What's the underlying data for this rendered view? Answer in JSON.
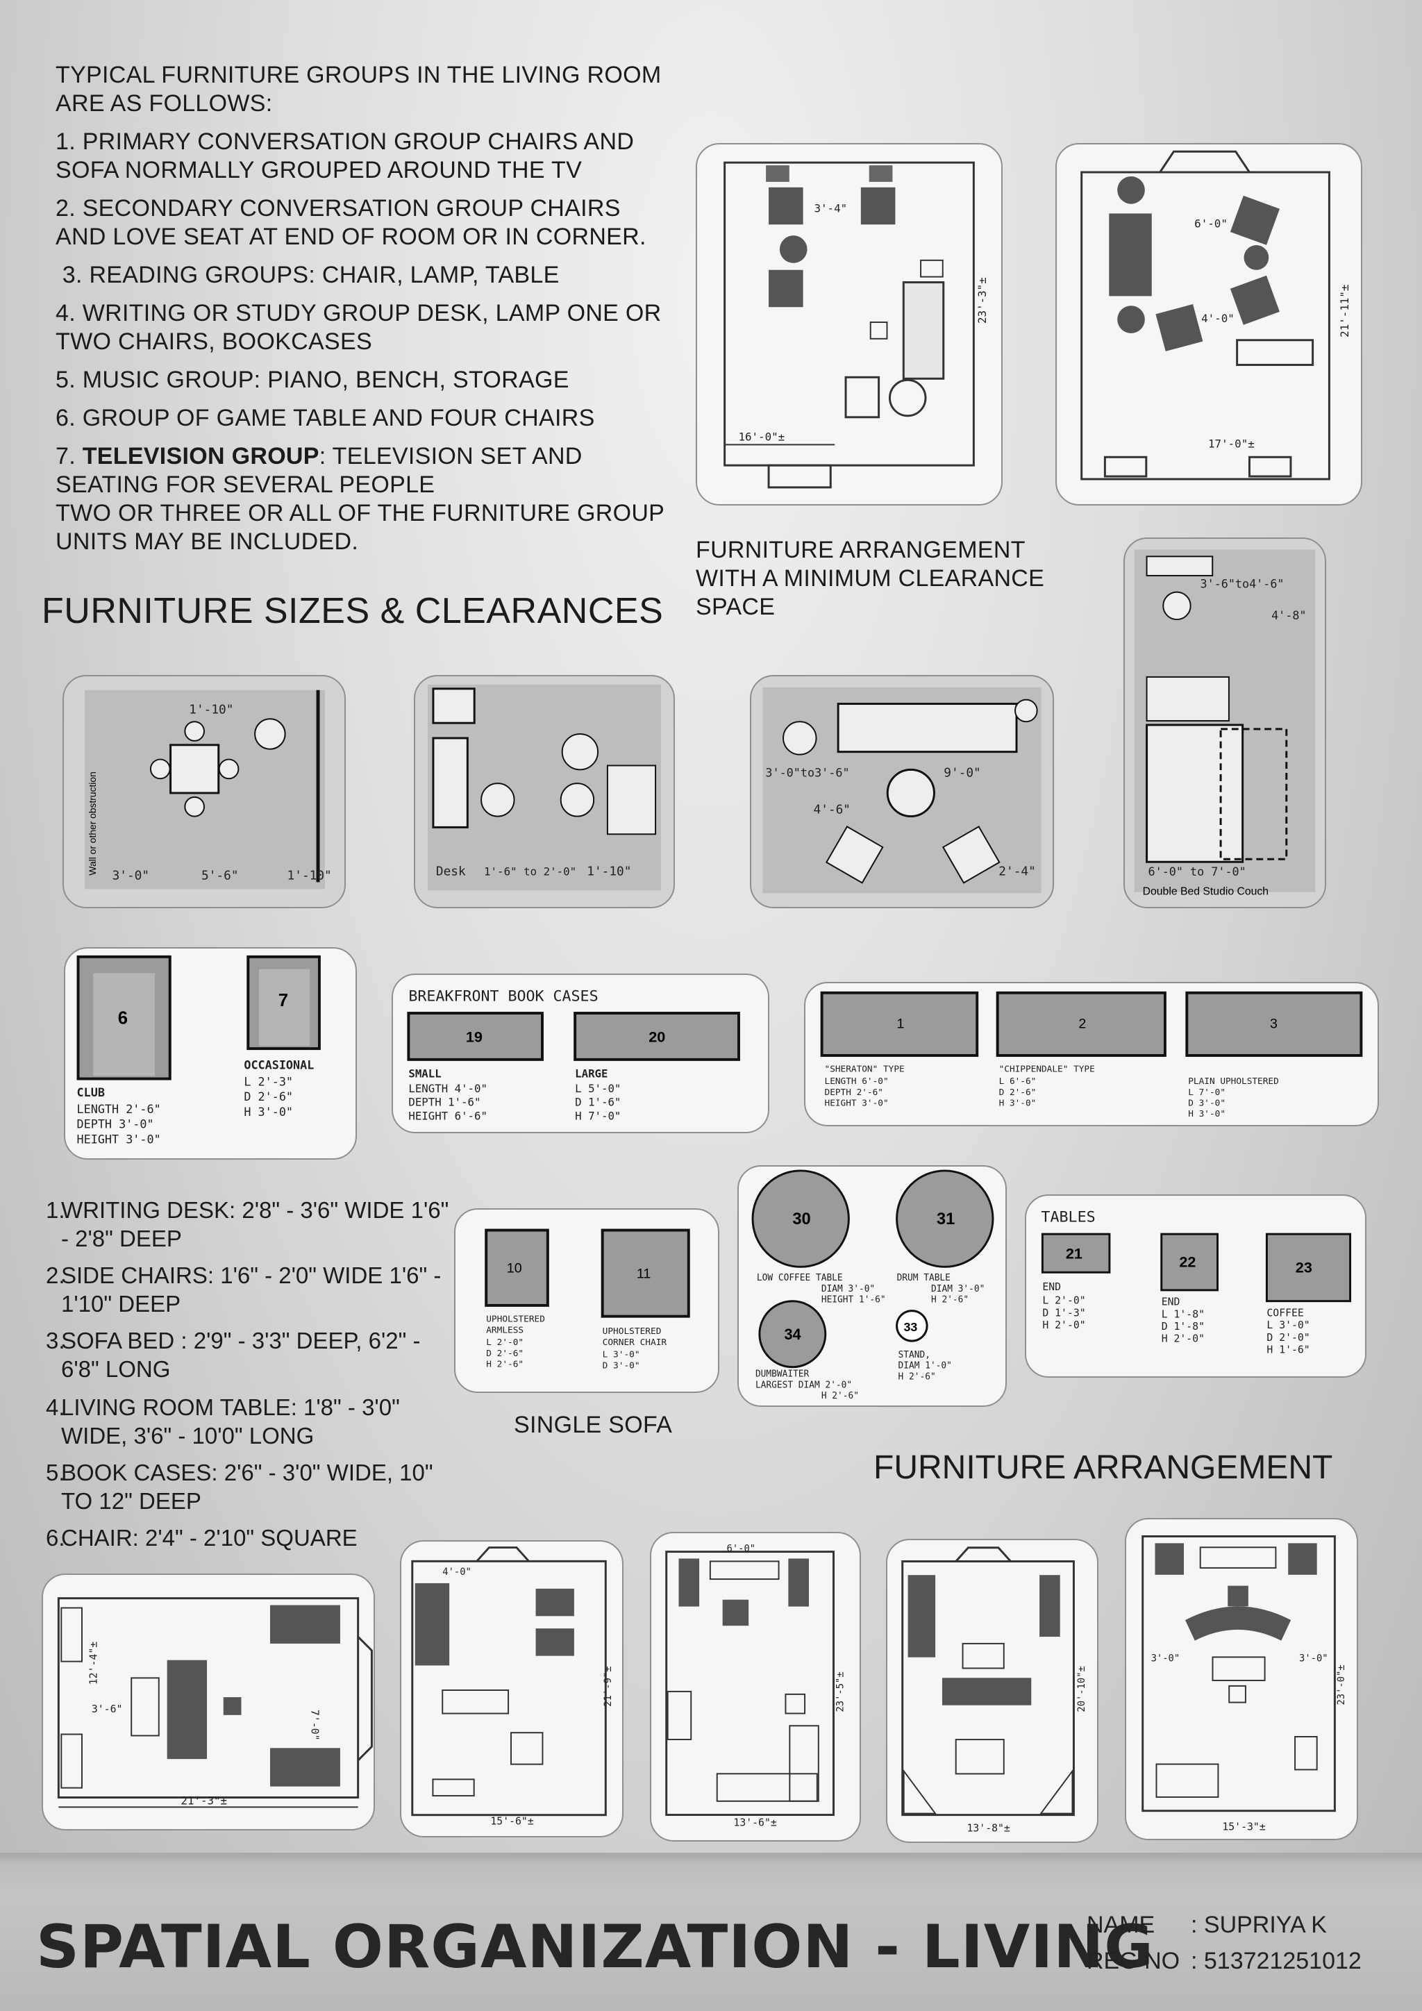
{
  "intro": {
    "heading": "TYPICAL FURNITURE GROUPS IN THE LIVING ROOM ARE AS FOLLOWS:",
    "items": [
      "1. PRIMARY CONVERSATION GROUP CHAIRS AND SOFA NORMALLY GROUPED AROUND THE TV",
      "2. SECONDARY CONVERSATION GROUP CHAIRS AND LOVE SEAT AT END OF ROOM OR IN CORNER.",
      " 3. READING GROUPS: CHAIR, LAMP, TABLE",
      "4. WRITING OR STUDY GROUP DESK, LAMP ONE OR TWO CHAIRS, BOOKCASES",
      "5. MUSIC GROUP: PIANO, BENCH, STORAGE",
      "6. GROUP OF GAME TABLE AND FOUR CHAIRS"
    ],
    "tv_prefix": "7. ",
    "tv_bold": "TELEVISION GROUP",
    "tv_rest": ": TELEVISION SET AND SEATING FOR SEVERAL PEOPLE",
    "note": "TWO OR THREE OR ALL OF THE FURNITURE GROUP UNITS MAY BE INCLUDED."
  },
  "headings": {
    "sizes_clearances": "FURNITURE SIZES & CLEARANCES",
    "min_clearance": "FURNITURE ARRANGEMENT WITH A MINIMUM CLEARANCE SPACE",
    "arrangement": "FURNITURE ARRANGEMENT",
    "single_sofa": "SINGLE SOFA"
  },
  "sizes_list": [
    {
      "num": "1.",
      "text": "WRITING DESK: 2'8\" - 3'6\" WIDE 1'6\" - 2'8\" DEEP"
    },
    {
      "num": "2.",
      "text": "SIDE CHAIRS: 1'6\" - 2'0\" WIDE 1'6\" - 1'10\" DEEP"
    },
    {
      "num": "3.",
      "text": "SOFA BED : 2'9\" - 3'3\" DEEP, 6'2\" - 6'8\" LONG"
    },
    {
      "num": "4.",
      "text": "LIVING ROOM TABLE: 1'8\" - 3'0\" WIDE, 3'6\" - 10'0\" LONG"
    },
    {
      "num": "5.",
      "text": "BOOK CASES: 2'6\" - 3'0\" WIDE, 10\" TO 12\" DEEP"
    },
    {
      "num": "6.",
      "text": "CHAIR: 2'4\" - 2'10\" SQUARE"
    }
  ],
  "plans": {
    "top1": {
      "dim_w": "16'-0\"±",
      "dim_h": "23'-3\"±",
      "d1": "3'-4\""
    },
    "top2": {
      "dim_w": "17'-0\"±",
      "dim_h": "21'-11\"±",
      "d1": "6'-0\"",
      "d2": "4'-0\""
    },
    "clear1": {
      "a": "1'-10\"",
      "b": "3'-0\"",
      "c": "5'-6\"",
      "d": "1'-10\"",
      "wall": "Wall or other obstruction"
    },
    "clear2": {
      "desk": "Desk",
      "a": "1'-6\" to 2'-0\"",
      "b": "1'-10\""
    },
    "clear3": {
      "a": "3'-0\"to3'-6\"",
      "b": "9'-0\"",
      "c": "4'-6\"",
      "d": "2'-4\""
    },
    "clear4": {
      "a": "3'-6\"to4'-6\"",
      "b": "4'-8\"",
      "c": "6'-0\" to 7'-0\"",
      "cap": "Double Bed Studio Couch"
    },
    "bottom1": {
      "dim": "21'-3\"±",
      "d1": "12'-4\"±",
      "d2": "3'-6\"",
      "d3": "7'-0\""
    },
    "bottom2": {
      "dim": "15'-6\"±",
      "d1": "4'-0\"",
      "h": "21'-9\"±"
    },
    "bottom3": {
      "dim": "13'-6\"±",
      "d1": "6'-0\"",
      "h": "23'-5\"±"
    },
    "bottom4": {
      "dim": "13'-8\"±",
      "h": "20'-10\"±"
    },
    "bottom5": {
      "dim": "15'-3\"±",
      "d1": "3'-0\"",
      "d2": "3'-0\"",
      "h": "23'-0\"±"
    }
  },
  "chairs_card": {
    "club": {
      "no": "6",
      "name": "CLUB",
      "l": "LENGTH  2'-6\"",
      "d": "DEPTH   3'-0\"",
      "h": "HEIGHT  3'-0\""
    },
    "occasional": {
      "no": "7",
      "name": "OCCASIONAL",
      "l": "L  2'-3\"",
      "d": "D  2'-6\"",
      "h": "H  3'-0\""
    }
  },
  "bookcases_card": {
    "title": "BREAKFRONT  BOOK CASES",
    "small": {
      "no": "19",
      "name": "SMALL",
      "l": "LENGTH 4'-0\"",
      "d": "DEPTH   1'-6\"",
      "h": "HEIGHT  6'-6\""
    },
    "large": {
      "no": "20",
      "name": "LARGE",
      "l": "L  5'-0\"",
      "d": "D  1'-6\"",
      "h": "H  7'-0\""
    }
  },
  "sofas_card": {
    "s1": {
      "no": "1",
      "name": "\"SHERATON\" TYPE",
      "l": "LENGTH  6'-0\"",
      "d": "DEPTH   2'-6\"",
      "h": "HEIGHT  3'-0\""
    },
    "s2": {
      "no": "2",
      "name": "\"CHIPPENDALE\" TYPE",
      "l": "L  6'-6\"",
      "d": "D  2'-6\"",
      "h": "H  3'-0\""
    },
    "s3": {
      "no": "3",
      "name": "PLAIN UPHOLSTERED",
      "l": "L  7'-0\"",
      "d": "D  3'-0\"",
      "h": "H  3'-0\""
    }
  },
  "single_sofa_card": {
    "a": {
      "no": "10",
      "name1": "UPHOLSTERED",
      "name2": "ARMLESS",
      "l": "L  2'-0\"",
      "d": "D  2'-6\"",
      "h": "H  2'-6\""
    },
    "b": {
      "no": "11",
      "name1": "UPHOLSTERED",
      "name2": "CORNER CHAIR",
      "l": "L  3'-0\"",
      "d": "D  3'-0\""
    }
  },
  "round_tables_card": {
    "t30": {
      "no": "30",
      "name": "LOW COFFEE TABLE",
      "d": "DIAM  3'-0\"",
      "h": "HEIGHT 1'-6\""
    },
    "t31": {
      "no": "31",
      "name": "DRUM TABLE",
      "d": "DIAM  3'-0\"",
      "h": "H    2'-6\""
    },
    "t34": {
      "no": "34",
      "name": "DUMBWAITER",
      "d": "LARGEST DIAM 2'-0\"",
      "h": "H  2'-6\""
    },
    "t33": {
      "no": "33",
      "name": "STAND,",
      "d": "DIAM 1'-0\"",
      "h": "H    2'-6\""
    }
  },
  "tables_card": {
    "title": "TABLES",
    "t21": {
      "no": "21",
      "name": "END",
      "l": "L  2'-0\"",
      "d": "D  1'-3\"",
      "h": "H  2'-0\""
    },
    "t22": {
      "no": "22",
      "name": "END",
      "l": "L  1'-8\"",
      "d": "D  1'-8\"",
      "h": "H  2'-0\""
    },
    "t23": {
      "no": "23",
      "name": "COFFEE",
      "l": "L  3'-0\"",
      "d": "D  2'-0\"",
      "h": "H  1'-6\""
    }
  },
  "footer": {
    "title": "SPATIAL ORGANIZATION - LIVING",
    "name_key": "NAME",
    "name_val": ": SUPRIYA K",
    "reg_key": "REG NO",
    "reg_val": ": 513721251012"
  }
}
